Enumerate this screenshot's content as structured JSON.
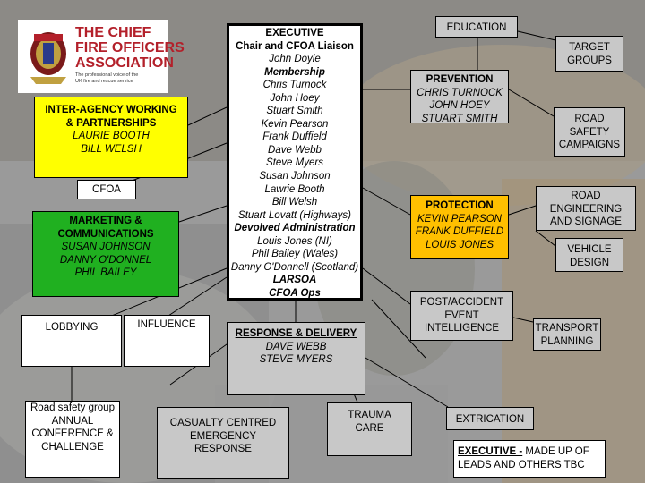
{
  "logo": {
    "name_lines": [
      "THE CHIEF",
      "FIRE OFFICERS",
      "ASSOCIATION"
    ],
    "tagline_lines": [
      "The professional voice of the",
      "UK fire and rescue service"
    ]
  },
  "executive": {
    "title": "EXECUTIVE",
    "subtitle": "Chair and CFOA Liaison",
    "chair": "John Doyle",
    "membership_heading": "Membership",
    "members": [
      "Chris Turnock",
      "John Hoey",
      "Stuart Smith",
      "Kevin Pearson",
      "Frank Duffield",
      "Dave Webb",
      "Steve Myers",
      "Susan Johnson",
      "Lawrie Booth",
      "Bill Welsh",
      "Stuart Lovatt (Highways)"
    ],
    "devolved_heading": "Devolved Administration",
    "devolved_members": [
      "Louis Jones (NI)",
      "Phil Bailey (Wales)",
      "Danny O'Donnell (Scotland)"
    ],
    "larsoa": "LARSOA",
    "cfoa_ops": "CFOA Ops"
  },
  "inter_agency": {
    "title_lines": [
      "INTER-AGENCY WORKING",
      "& PARTNERSHIPS"
    ],
    "members": [
      "LAURIE BOOTH",
      "BILL WELSH"
    ]
  },
  "cfoa": "CFOA",
  "marketing": {
    "title_lines": [
      "MARKETING &",
      "COMMUNICATIONS"
    ],
    "members": [
      "SUSAN JOHNSON",
      "DANNY O'DONNEL",
      "PHIL BAILEY"
    ]
  },
  "lobbying": "LOBBYING",
  "influence": "INFLUENCE",
  "road_safety_group": {
    "lines": [
      "Road safety group",
      "ANNUAL",
      "CONFERENCE &",
      "CHALLENGE"
    ]
  },
  "response_delivery": {
    "title": "RESPONSE & DELIVERY",
    "members": [
      "DAVE WEBB",
      "STEVE MYERS"
    ]
  },
  "casualty": {
    "lines": [
      "CASUALTY CENTRED",
      "EMERGENCY",
      "RESPONSE"
    ]
  },
  "trauma_care": {
    "lines": [
      "TRAUMA",
      "CARE"
    ]
  },
  "extrication": "EXTRICATION",
  "education": "EDUCATION",
  "target_groups": {
    "lines": [
      "TARGET",
      "GROUPS"
    ]
  },
  "prevention": {
    "title": "PREVENTION",
    "members": [
      "CHRIS TURNOCK",
      "JOHN HOEY",
      "STUART SMITH"
    ]
  },
  "road_safety_campaigns": {
    "lines": [
      "ROAD",
      "SAFETY",
      "CAMPAIGNS"
    ]
  },
  "protection": {
    "title": "PROTECTION",
    "members": [
      "KEVIN PEARSON",
      "FRANK DUFFIELD",
      "LOUIS JONES"
    ]
  },
  "road_engineering": {
    "lines": [
      "ROAD",
      "ENGINEERING",
      "AND SIGNAGE"
    ]
  },
  "vehicle_design": {
    "lines": [
      "VEHICLE",
      "DESIGN"
    ]
  },
  "post_accident": {
    "lines": [
      "POST/ACCIDENT",
      "EVENT",
      "INTELLIGENCE"
    ]
  },
  "transport_planning": {
    "lines": [
      "TRANSPORT",
      "PLANNING"
    ]
  },
  "note": {
    "heading": "EXECUTIVE -",
    "text_part1": " MADE UP OF",
    "text_part2": "LEADS AND OTHERS TBC"
  },
  "colors": {
    "yellow": "#ffff00",
    "green": "#20b020",
    "orange": "#ffc000",
    "gray": "#c8c8c8"
  }
}
